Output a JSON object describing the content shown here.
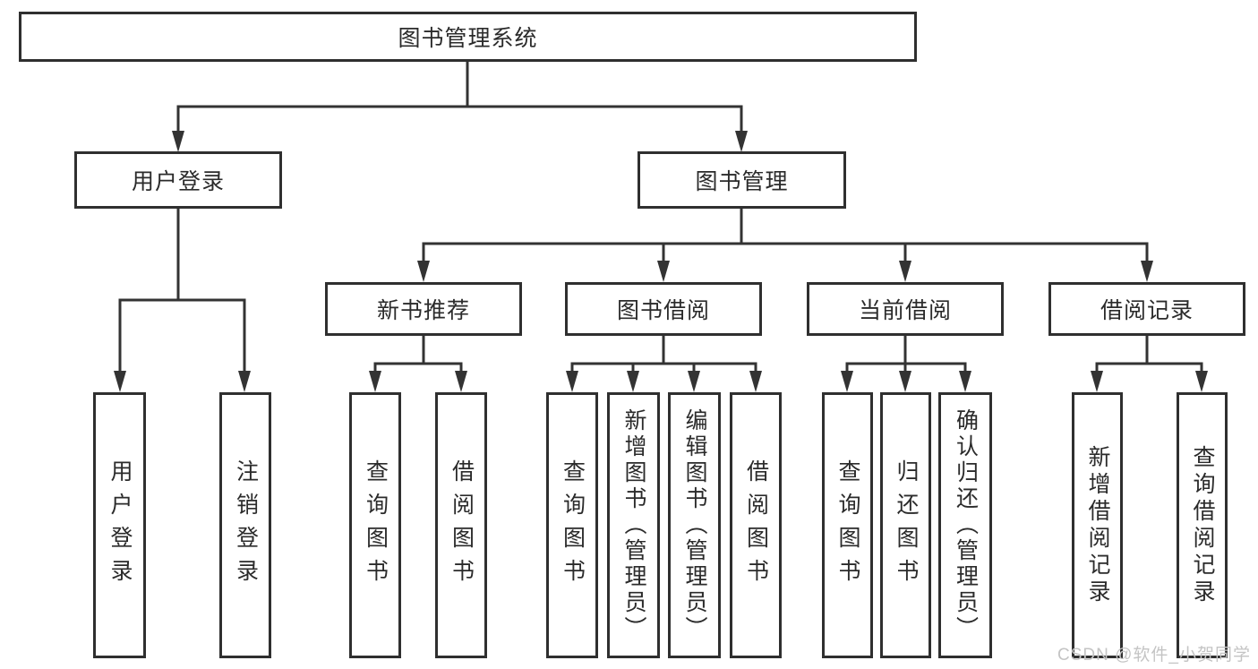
{
  "tree": {
    "label": "图书管理系统",
    "children": [
      {
        "label": "用户登录",
        "children": [
          {
            "label": "用户登录"
          },
          {
            "label": "注销登录"
          }
        ]
      },
      {
        "label": "图书管理",
        "children": [
          {
            "label": "新书推荐",
            "children": [
              {
                "label": "查询图书"
              },
              {
                "label": "借阅图书"
              }
            ]
          },
          {
            "label": "图书借阅",
            "children": [
              {
                "label": "查询图书"
              },
              {
                "label": "新增图书（管理员）"
              },
              {
                "label": "编辑图书（管理员）"
              },
              {
                "label": "借阅图书"
              }
            ]
          },
          {
            "label": "当前借阅",
            "children": [
              {
                "label": "查询图书"
              },
              {
                "label": "归还图书"
              },
              {
                "label": "确认归还（管理员）"
              }
            ]
          },
          {
            "label": "借阅记录",
            "children": [
              {
                "label": "新增借阅记录"
              },
              {
                "label": "查询借阅记录"
              }
            ]
          }
        ]
      }
    ]
  },
  "watermark": {
    "text": "CSDN @软件_小贺同学"
  },
  "colors": {
    "line": "#333333",
    "box_border": "#2f2f2f",
    "text": "#2b2b2b",
    "watermark": "#c4c4c4",
    "background": "#ffffff"
  }
}
